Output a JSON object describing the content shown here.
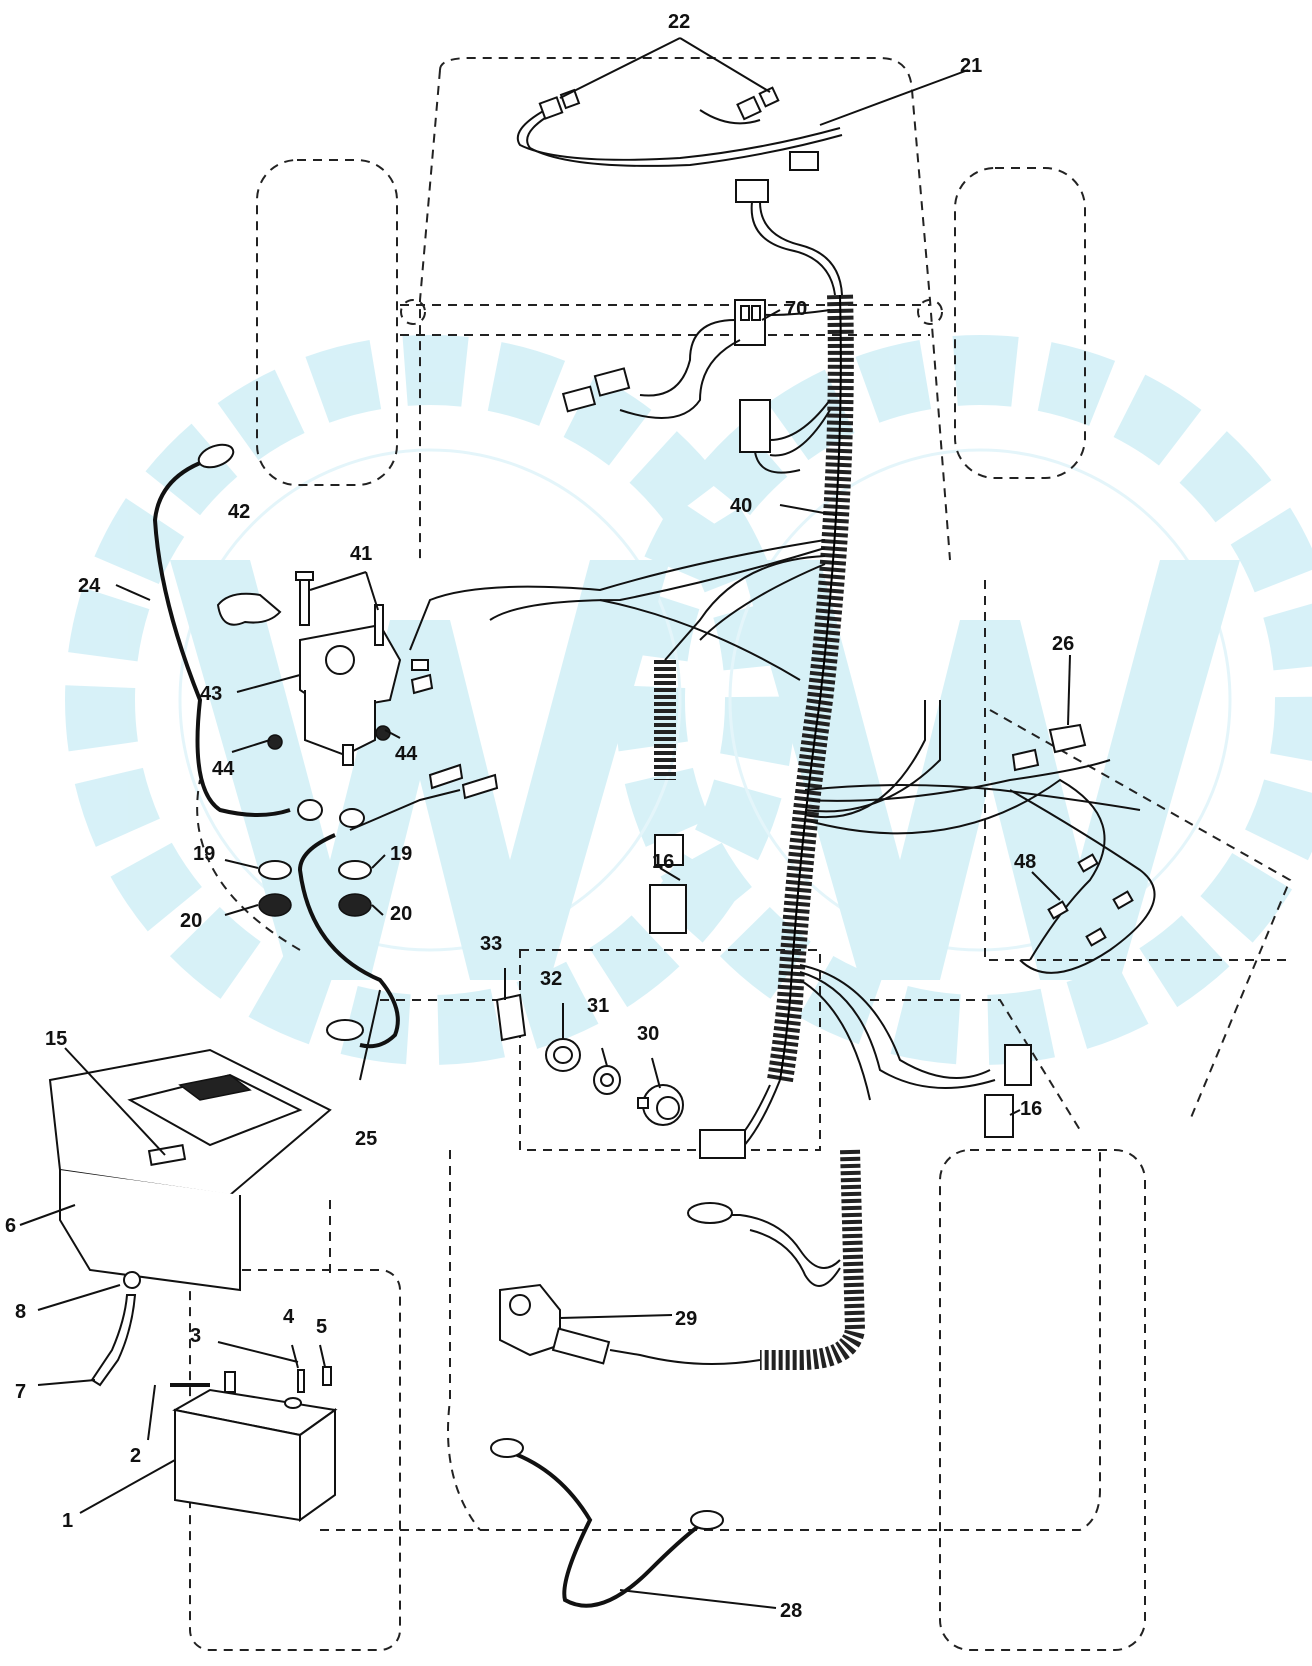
{
  "callouts": {
    "c1": "1",
    "c2": "2",
    "c3": "3",
    "c4": "4",
    "c5": "5",
    "c6": "6",
    "c7": "7",
    "c8": "8",
    "c15": "15",
    "c16a": "16",
    "c16b": "16",
    "c19a": "19",
    "c19b": "19",
    "c20a": "20",
    "c20b": "20",
    "c21": "21",
    "c22": "22",
    "c24": "24",
    "c25": "25",
    "c26": "26",
    "c28": "28",
    "c29": "29",
    "c30": "30",
    "c31": "31",
    "c32": "32",
    "c33": "33",
    "c40": "40",
    "c41": "41",
    "c42": "42",
    "c43": "43",
    "c44a": "44",
    "c44b": "44",
    "c48": "48",
    "c70": "70"
  },
  "colors": {
    "ink": "#111111",
    "watermark": "#cfeef6",
    "background": "#ffffff"
  }
}
